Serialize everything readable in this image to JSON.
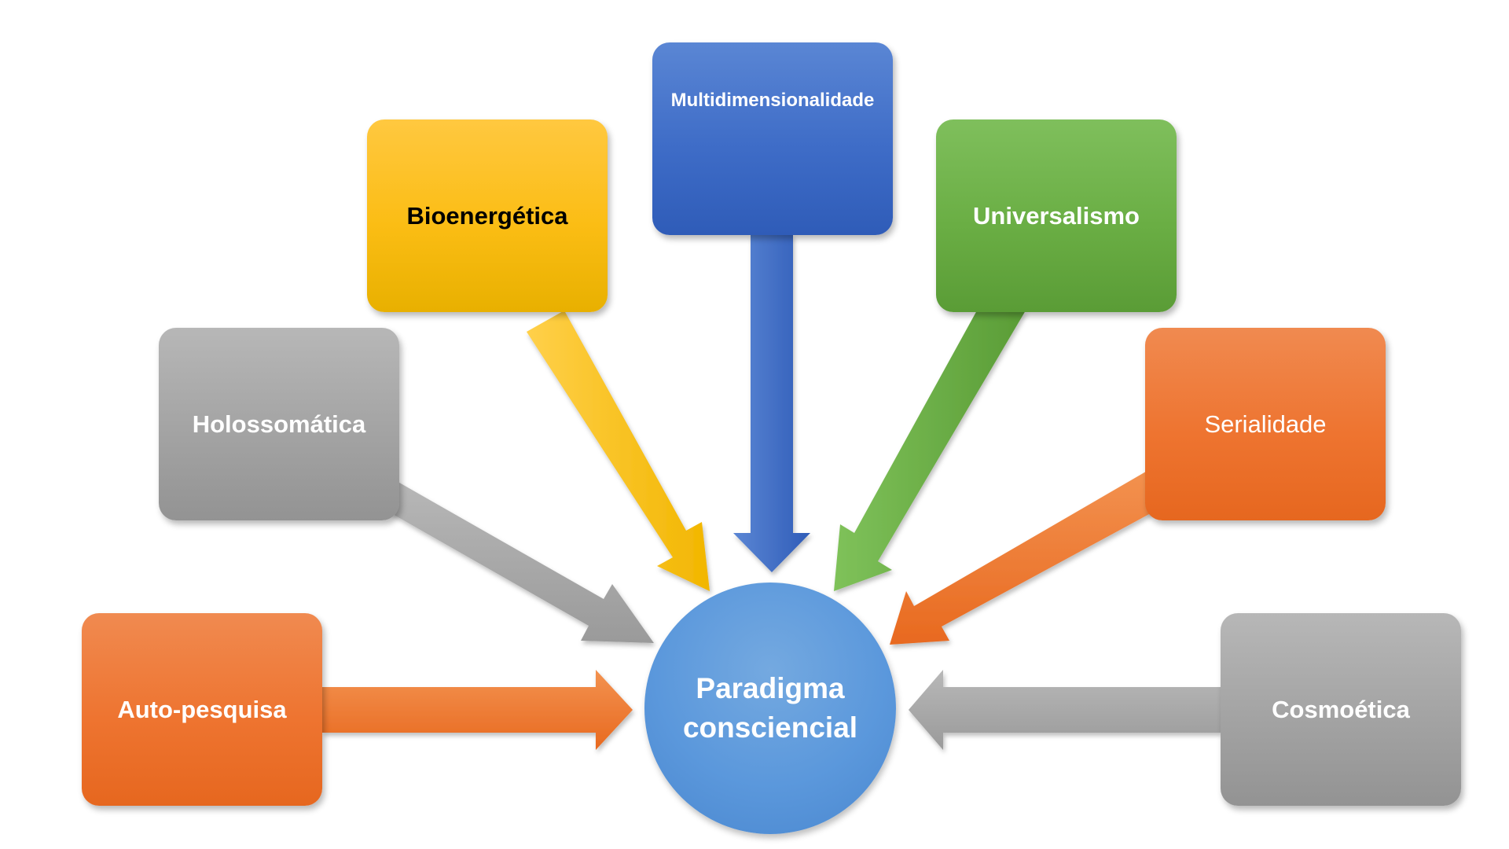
{
  "diagram": {
    "center": {
      "label_line1": "Paradigma",
      "label_line2": "consciencial",
      "color": "#5b98dc"
    },
    "nodes": [
      {
        "id": "auto-pesquisa",
        "label": "Auto-pesquisa",
        "color": "#ee7430"
      },
      {
        "id": "holossomatica",
        "label": "Holossomática",
        "color": "#a5a5a5"
      },
      {
        "id": "bioenergetica",
        "label": "Bioenergética",
        "color": "#fbbd14"
      },
      {
        "id": "multidimensionalidade",
        "label": "Multidimensionalidade",
        "color": "#3e6cc7"
      },
      {
        "id": "universalismo",
        "label": "Universalismo",
        "color": "#6aae44"
      },
      {
        "id": "serialidade",
        "label": "Serialidade",
        "color": "#ee7430"
      },
      {
        "id": "cosmoetica",
        "label": "Cosmoética",
        "color": "#a5a5a5"
      }
    ],
    "connections": [
      {
        "from": "auto-pesquisa",
        "to": "center"
      },
      {
        "from": "holossomatica",
        "to": "center"
      },
      {
        "from": "bioenergetica",
        "to": "center"
      },
      {
        "from": "multidimensionalidade",
        "to": "center"
      },
      {
        "from": "universalismo",
        "to": "center"
      },
      {
        "from": "serialidade",
        "to": "center"
      },
      {
        "from": "cosmoetica",
        "to": "center"
      }
    ]
  }
}
